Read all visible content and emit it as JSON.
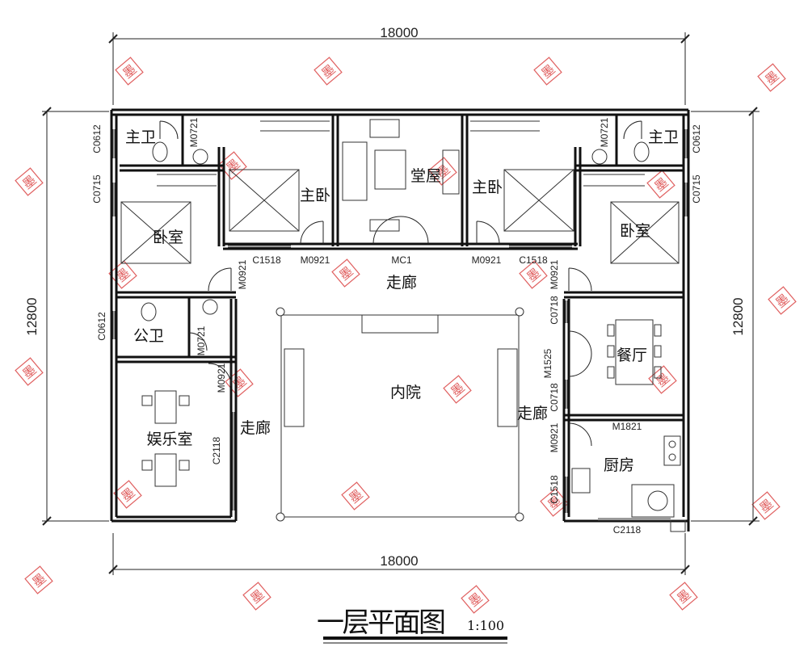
{
  "dimensions": {
    "top": "18000",
    "bottom": "18000",
    "left": "12800",
    "right": "12800"
  },
  "rooms": {
    "master_bath_left": "主卫",
    "master_bath_right": "主卫",
    "master_bed_left": "主卧",
    "master_bed_right": "主卧",
    "hall": "堂屋",
    "bedroom_left": "卧室",
    "bedroom_right": "卧室",
    "public_bath": "公卫",
    "entertainment": "娱乐室",
    "courtyard": "内院",
    "corridor_top": "走廊",
    "corridor_left": "走廊",
    "corridor_right": "走廊",
    "dining": "餐厅",
    "kitchen": "厨房"
  },
  "codes": {
    "c0612_tl": "C0612",
    "c0612_tr": "C0612",
    "c0612_pub": "C0612",
    "c0715_l": "C0715",
    "c0715_r": "C0715",
    "m0721_tl": "M0721",
    "m0721_tr": "M0721",
    "m0721_pub": "M0721",
    "c1518_l": "C1518",
    "c1518_r": "C1518",
    "c1518_k": "C1518",
    "m0921_l": "M0921",
    "m0921_r": "M0921",
    "m0921_vl": "M0921",
    "m0921_vr": "M0921",
    "m0921_ent": "M0921",
    "m0921_kit": "M0921",
    "mc1": "MC1",
    "c0718_a": "C0718",
    "c0718_b": "C0718",
    "m1525": "M1525",
    "m1821": "M1821",
    "c2118_l": "C2118",
    "c2118_b": "C2118"
  },
  "title": {
    "main": "一层平面图",
    "scale": "1:100"
  },
  "watermark": {
    "glyph": "墨",
    "color": "#e06060"
  },
  "colors": {
    "wall": "#111111",
    "line": "#333333"
  }
}
